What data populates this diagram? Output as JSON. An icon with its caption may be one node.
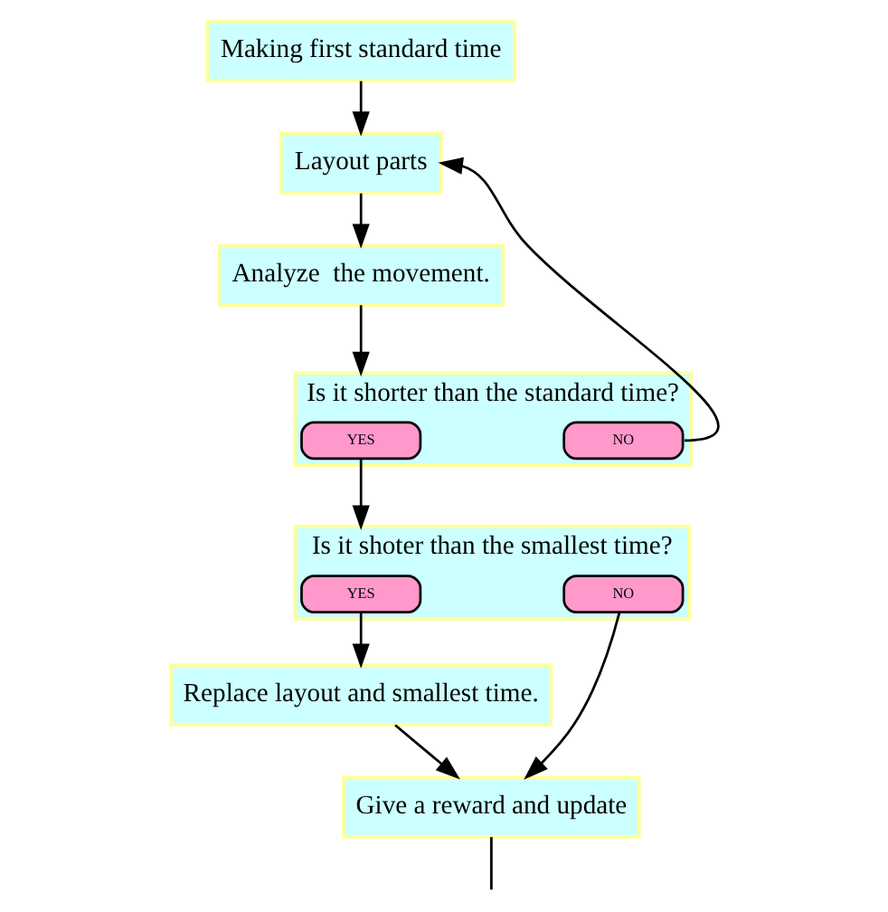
{
  "diagram": {
    "nodes": [
      {
        "text": [
          "Making first standard time"
        ]
      },
      {
        "text": [
          "Layout parts"
        ]
      },
      {
        "text": [
          "Analyze  the movement."
        ]
      },
      {
        "text": [
          "Is it shorter than the standard time?"
        ]
      },
      {
        "text": [
          "YES"
        ],
        "in": 3
      },
      {
        "text": [
          "NO"
        ],
        "in": 3
      },
      {
        "text": [
          "Is it shoter than the smallest time?"
        ]
      },
      {
        "text": [
          "YES"
        ],
        "in": 6
      },
      {
        "text": [
          "NO"
        ],
        "in": 6
      },
      {
        "text": [
          "Replace layout and smallest time."
        ]
      },
      {
        "text": [
          "Give a reward and update"
        ]
      }
    ],
    "edges": [
      {
        "from": 0,
        "to": 1,
        "arrow": "to"
      },
      {
        "from": 1,
        "to": 2,
        "arrow": "to"
      },
      {
        "from": 2,
        "to": 3,
        "arrow": "to"
      },
      {
        "from": 4,
        "to": 6,
        "arrow": "to"
      },
      {
        "from": 5,
        "to": 1,
        "arrow": "to"
      },
      {
        "from": 7,
        "to": 9,
        "arrow": "to"
      },
      {
        "from": 8,
        "to": 10,
        "arrow": "to"
      },
      {
        "from": 9,
        "to": 10,
        "arrow": "to"
      },
      {
        "from": 10,
        "to": null,
        "arrow": "none"
      }
    ]
  }
}
